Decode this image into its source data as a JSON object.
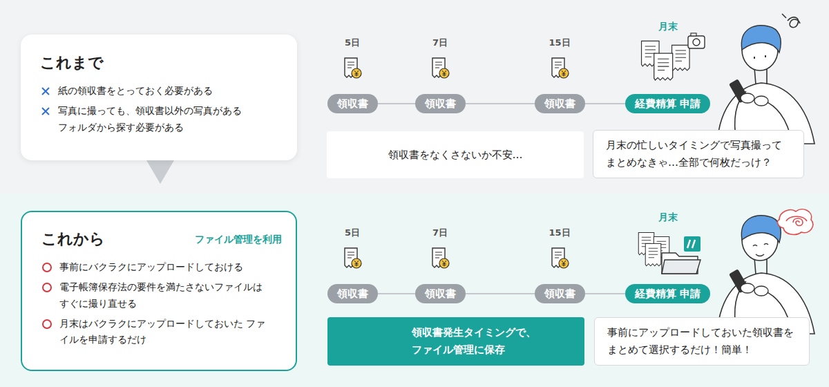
{
  "diagram": {
    "nodes": [
      {
        "text": [
          "これまで",
          "紙の領収書をとっておく必要がある",
          "写真に撮っても、領収書以外の写真があるフォルダから探す必要がある"
        ]
      },
      {
        "text": [
          "領収書"
        ]
      },
      {
        "text": [
          "領収書"
        ]
      },
      {
        "text": [
          "領収書"
        ]
      },
      {
        "text": [
          "経費精算 申請"
        ]
      },
      {
        "text": [
          "領収書をなくさないか不安…"
        ]
      },
      {
        "text": [
          "月末の忙しいタイミングで写真撮って まとめなきゃ…全部で何枚だっけ？"
        ]
      },
      {
        "text": [
          "これから",
          "ファイル管理を利用",
          "事前にバクラクにアップロードしておける",
          "電子帳簿保存法の要件を満たさないファイルは すぐに撮り直せる",
          "月末はバクラクにアップロードしておいた ファイルを申請するだけ"
        ]
      },
      {
        "text": [
          "領収書"
        ]
      },
      {
        "text": [
          "領収書"
        ]
      },
      {
        "text": [
          "領収書"
        ]
      },
      {
        "text": [
          "経費精算 申請"
        ]
      },
      {
        "text": [
          "領収書発生タイミングで、 ファイル管理に保存"
        ]
      },
      {
        "text": [
          "事前にアップロードしておいた領収書を まとめて選択するだけ！簡単！"
        ]
      }
    ],
    "edges": [
      {
        "from": 1,
        "to": 2,
        "arrow": "none"
      },
      {
        "from": 2,
        "to": 3,
        "arrow": "none"
      },
      {
        "from": 3,
        "to": 4,
        "arrow": "none"
      },
      {
        "from": 8,
        "to": 9,
        "arrow": "none"
      },
      {
        "from": 9,
        "to": 10,
        "arrow": "none"
      },
      {
        "from": 10,
        "to": 11,
        "arrow": "none"
      }
    ],
    "labels": [
      "5日",
      "7日",
      "15日",
      "月末",
      "5日",
      "7日",
      "15日",
      "月末"
    ]
  }
}
